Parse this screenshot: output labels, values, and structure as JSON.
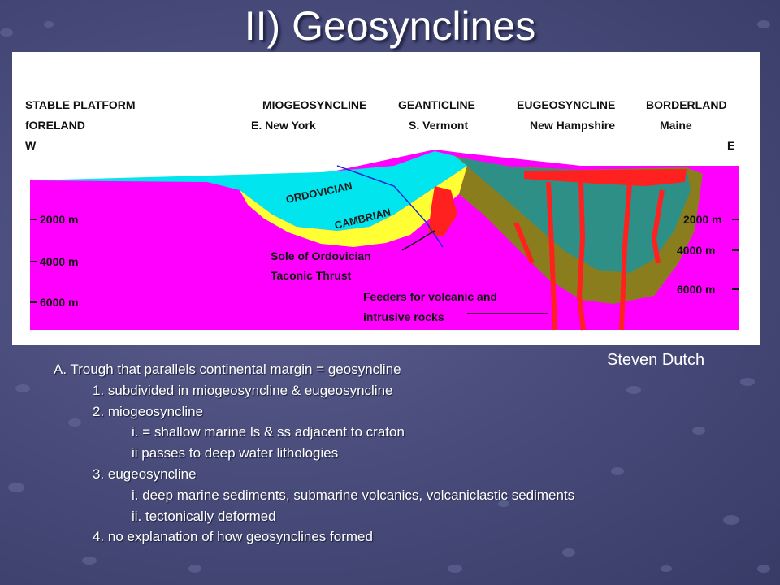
{
  "slide": {
    "title": "II) Geosynclines",
    "credit": "Steven Dutch"
  },
  "figure": {
    "regions": [
      {
        "name": "STABLE PLATFORM",
        "sub": "fORELAND"
      },
      {
        "name": "MIOGEOSYNCLINE",
        "sub": "E. New York"
      },
      {
        "name": "GEANTICLINE",
        "sub": "S. Vermont"
      },
      {
        "name": "EUGEOSYNCLINE",
        "sub": "New Hampshire"
      },
      {
        "name": "BORDERLAND",
        "sub": "Maine"
      }
    ],
    "direction_west": "W",
    "direction_east": "E",
    "depth_left": [
      "2000 m",
      "4000 m",
      "6000 m"
    ],
    "depth_right": [
      "2000 m",
      "4000 m",
      "6000 m"
    ],
    "layers": {
      "ordovician": "ORDOVICIAN",
      "cambrian": "CAMBRIAN"
    },
    "callouts": {
      "thrust_line1": "Sole of Ordovician",
      "thrust_line2": "Taconic Thrust",
      "feeders_line1": "Feeders for volcanic and",
      "feeders_line2": "intrusive rocks"
    },
    "colors": {
      "basement": "#ff00ff",
      "ordovician": "#00e5ee",
      "cambrian": "#ffff33",
      "eugeo": "#2e8f86",
      "olive": "#8a7d1e",
      "volcanic": "#ff2020"
    }
  },
  "notes": [
    {
      "level": 0,
      "text": "A. Trough that parallels continental margin = geosyncline"
    },
    {
      "level": 1,
      "text": "1. subdivided in miogeosyncline & eugeosyncline"
    },
    {
      "level": 1,
      "text": "2. miogeosyncline"
    },
    {
      "level": 2,
      "text": "i. = shallow marine ls & ss adjacent to craton"
    },
    {
      "level": 2,
      "text": "ii passes to deep water lithologies"
    },
    {
      "level": 1,
      "text": "3. eugeosyncline"
    },
    {
      "level": 2,
      "text": "i. deep marine sediments, submarine volcanics, volcaniclastic sediments"
    },
    {
      "level": 2,
      "text": "ii. tectonically deformed"
    },
    {
      "level": 1,
      "text": "4. no explanation of how geosynclines formed"
    }
  ]
}
